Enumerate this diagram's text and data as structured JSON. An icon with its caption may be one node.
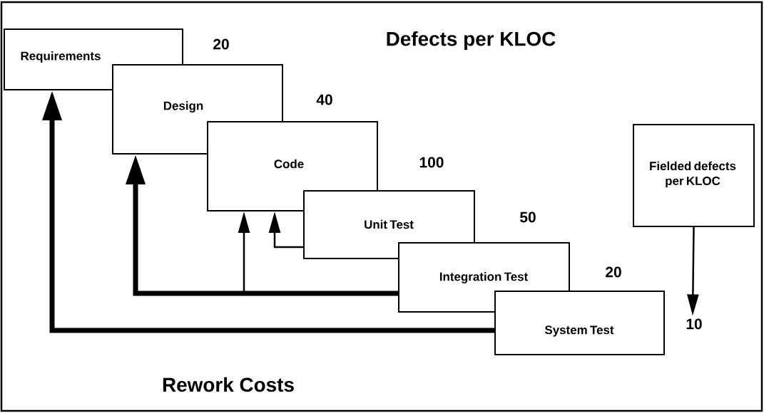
{
  "diagram": {
    "title": "Defects per KLOC",
    "nodes": [
      {
        "text": [
          "Requirements"
        ]
      },
      {
        "text": [
          "Design"
        ]
      },
      {
        "text": [
          "Code"
        ]
      },
      {
        "text": [
          "Unit Test"
        ]
      },
      {
        "text": [
          "Integration Test"
        ]
      },
      {
        "text": [
          "System Test"
        ]
      },
      {
        "text": [
          "Fielded defects per KLOC"
        ]
      },
      {
        "text": [
          "10"
        ]
      }
    ],
    "edges": [
      {
        "from": 3,
        "to": 2,
        "arrow": "to"
      },
      {
        "from": 4,
        "to": 1,
        "arrow": "to",
        "style": "thick"
      },
      {
        "from": 4,
        "to": 2,
        "arrow": "to"
      },
      {
        "from": 5,
        "to": 0,
        "arrow": "to",
        "style": "thick"
      },
      {
        "from": 6,
        "to": 7,
        "arrow": "to"
      }
    ],
    "labels": [
      "20",
      "40",
      "100",
      "50",
      "20",
      "Rework Costs"
    ]
  }
}
